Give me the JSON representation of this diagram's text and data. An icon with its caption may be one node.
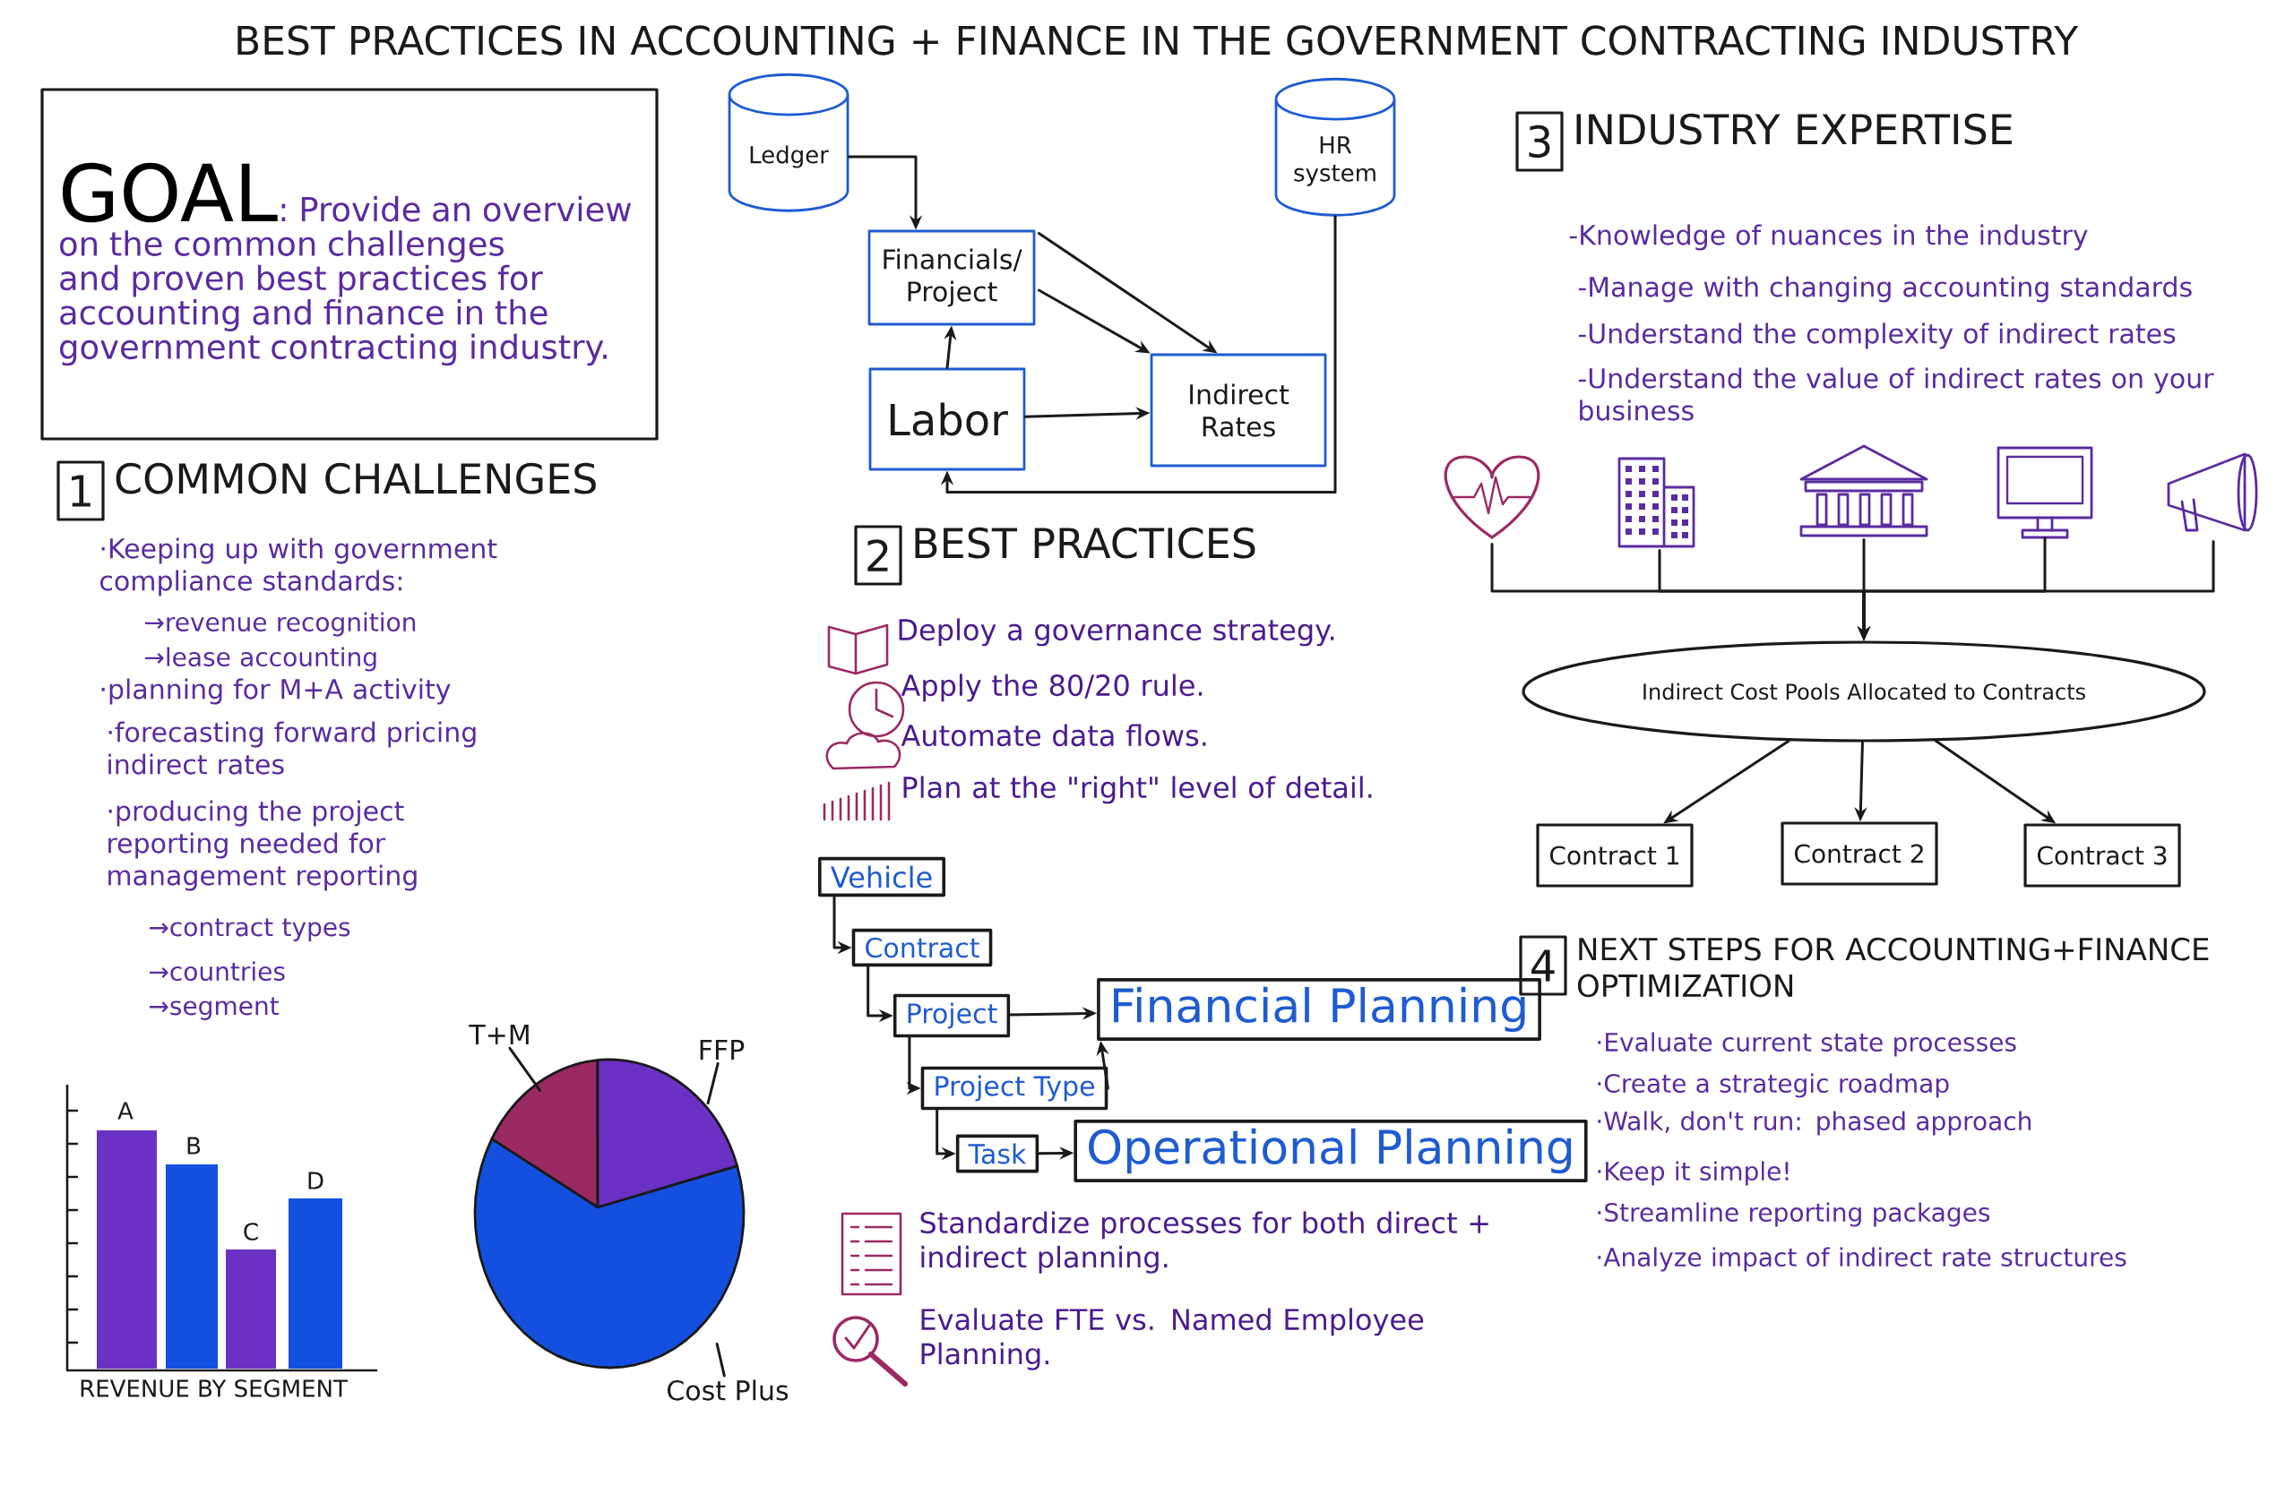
{
  "diagram": {
    "title": "BEST PRACTICES IN ACCOUNTING + FINANCE IN THE GOVERNMENT CONTRACTING INDUSTRY",
    "nodes": [
      {
        "text": [
          "GOAL",
          ": Provide an overview on the common challenges and proven best practices for accounting and finance in the government contracting industry."
        ]
      },
      {
        "text": [
          "Ledger"
        ]
      },
      {
        "text": [
          "HR system"
        ]
      },
      {
        "text": [
          "Financials/ Project"
        ]
      },
      {
        "text": [
          "Labor"
        ]
      },
      {
        "text": [
          "Indirect Rates"
        ]
      },
      {
        "text": [
          "1",
          "COMMON CHALLENGES"
        ]
      },
      {
        "text": [
          "2",
          "BEST PRACTICES"
        ]
      },
      {
        "text": [
          "3",
          "INDUSTRY EXPERTISE"
        ]
      },
      {
        "text": [
          "4",
          "NEXT STEPS FOR ACCOUNTING+FINANCE OPTIMIZATION"
        ]
      },
      {
        "text": [
          "Vehicle"
        ]
      },
      {
        "text": [
          "Contract"
        ]
      },
      {
        "text": [
          "Project"
        ]
      },
      {
        "text": [
          "Project Type"
        ]
      },
      {
        "text": [
          "Task"
        ]
      },
      {
        "text": [
          "Financial Planning"
        ]
      },
      {
        "text": [
          "Operational Planning"
        ]
      },
      {
        "text": [],
        "shape": "picture"
      },
      {
        "text": [],
        "shape": "picture"
      },
      {
        "text": [],
        "shape": "picture"
      },
      {
        "text": [],
        "shape": "picture"
      },
      {
        "text": [],
        "shape": "picture"
      },
      {
        "text": [
          "Indirect Cost Pools Allocated to Contracts"
        ]
      },
      {
        "text": [
          "Contract 1"
        ]
      },
      {
        "text": [
          "Contract 2"
        ]
      },
      {
        "text": [
          "Contract 3"
        ]
      },
      {
        "text": [
          "T+M"
        ]
      },
      {
        "text": [
          "FFP"
        ]
      },
      {
        "text": [
          "Cost Plus"
        ]
      },
      {
        "text": [],
        "shape": "wedge"
      },
      {
        "text": [],
        "shape": "wedge"
      },
      {
        "text": [],
        "shape": "wedge"
      }
    ],
    "edges": [
      {
        "from": 1,
        "to": 3,
        "arrow": "to"
      },
      {
        "from": 3,
        "to": 5,
        "arrow": "to"
      },
      {
        "from": 3,
        "to": 5,
        "arrow": "to"
      },
      {
        "from": 4,
        "to": 3,
        "arrow": "to"
      },
      {
        "from": 4,
        "to": 5,
        "arrow": "to"
      },
      {
        "from": 2,
        "to": 4,
        "arrow": "to"
      },
      {
        "from": 10,
        "to": 11,
        "arrow": "to"
      },
      {
        "from": 11,
        "to": 12,
        "arrow": "to"
      },
      {
        "from": 12,
        "to": 13,
        "arrow": "to"
      },
      {
        "from": 13,
        "to": 14,
        "arrow": "to"
      },
      {
        "from": 12,
        "to": 15,
        "arrow": "to"
      },
      {
        "from": 13,
        "to": 15,
        "arrow": "to"
      },
      {
        "from": 14,
        "to": 16,
        "arrow": "to"
      },
      {
        "from": 17,
        "to": 22,
        "arrow": "to"
      },
      {
        "from": 18,
        "to": 22,
        "arrow": "to"
      },
      {
        "from": 19,
        "to": 22,
        "arrow": "to"
      },
      {
        "from": 20,
        "to": 22,
        "arrow": "to"
      },
      {
        "from": 21,
        "to": 22,
        "arrow": "to"
      },
      {
        "from": 22,
        "to": 23,
        "arrow": "to"
      },
      {
        "from": 22,
        "to": 24,
        "arrow": "to"
      },
      {
        "from": 22,
        "to": 25,
        "arrow": "to"
      },
      {
        "from": 26,
        "to": 29,
        "arrow": "none"
      },
      {
        "from": 27,
        "to": 30,
        "arrow": "none"
      },
      {
        "from": 28,
        "to": 31,
        "arrow": "none"
      }
    ],
    "labels": [
      "·Keeping up with government compliance standards:",
      "→revenue recognition",
      "→lease accounting",
      "·planning for M+A activity",
      "·forecasting forward pricing indirect rates",
      "·producing the project reporting needed for management reporting",
      "→contract types",
      "→countries",
      "→segment",
      "Deploy a governance strategy.",
      "Apply the 80/20 rule.",
      "Automate data flows.",
      "Plan at the \"right\" level of detail.",
      "Standardize processes for both direct + indirect planning.",
      "Evaluate FTE vs. Named Employee Planning.",
      "-Knowledge of nuances in the industry",
      "-Manage with changing accounting standards",
      "-Understand the complexity of indirect rates",
      "-Understand the value of indirect rates on your business",
      "·Evaluate current state processes",
      "·Create a strategic roadmap",
      "·Walk, don't run: phased approach",
      "·Keep it simple!",
      "·Streamline reporting packages",
      "·Analyze impact of indirect rate structures",
      "A",
      "B",
      "C",
      "D",
      "REVENUE BY SEGMENT"
    ]
  }
}
